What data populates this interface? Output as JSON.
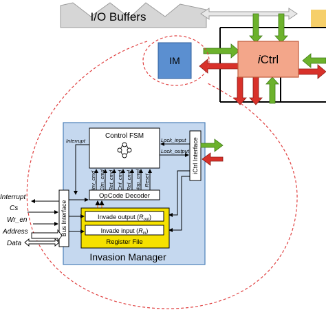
{
  "top": {
    "io_buffers": "I/O Buffers",
    "im": "IM",
    "ictrl_prefix": "i",
    "ictrl_suffix": "Ctrl"
  },
  "manager": {
    "title": "Invasion Manager",
    "control_fsm": "Control FSM",
    "opcode_decoder": "OpCode Decoder",
    "invade_output_main": "Invade output (",
    "invade_output_sym": "R",
    "invade_output_sub": "out",
    "invade_input_main": "Invade input (",
    "invade_input_sym": "R",
    "invade_input_sub": "in",
    "close_paren": ")",
    "register_file": "Register File",
    "bus_interface": "Bus Interface",
    "ictrl_interface": "iCtrl Interface",
    "internal_labels": {
      "interrupt": "Interrupt",
      "lock_input": "Lock_input",
      "lock_output": "Lock_output"
    },
    "commands": [
      "Inv_cmd",
      "Clm_cmd",
      "Ret_cmd",
      "Cnf_cmd",
      "Rel_cmd",
      "Nop_cmd",
      "Reset"
    ]
  },
  "external_signals": [
    "Interrupt",
    "Cs",
    "Wr_en",
    "Address",
    "Data"
  ],
  "colors": {
    "manager_fill": "#c5d8ef",
    "manager_border": "#4a7fb8",
    "title_text": "#2f64a4",
    "im_fill": "#5b8fd0",
    "ictrl_fill": "#f3a68a",
    "register_fill": "#f5e100",
    "dashed_red": "#e04040",
    "arrow_green": "#6cb22c",
    "arrow_red": "#d8312a",
    "arrow_grey": "#c8c8c8"
  }
}
